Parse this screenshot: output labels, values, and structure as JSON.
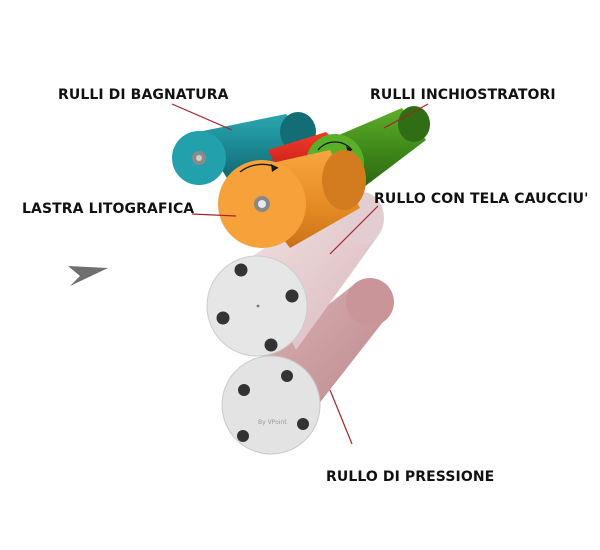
{
  "labels": {
    "wetting_rollers": "RULLI DI BAGNATURA",
    "ink_rollers": "RULLI INCHIOSTRATORI",
    "litho_plate": "LASTRA LITOGRAFICA",
    "blanket_roller": "RULLO CON TELA CAUCCIU'",
    "pressure_roller": "RULLO DI PRESSIONE"
  },
  "watermark": "By VPoint",
  "colors": {
    "wetting_roller": "#1f8a94",
    "ink_roller": "#4e9a1f",
    "ink_band": "#e0261b",
    "plate_roller": "#f39a2e",
    "blanket_roller": "#e7cfd3",
    "pressure_roller": "#cfa0a3",
    "roller_end": "#dcdcdc",
    "leader_line": "#a3262c",
    "bolt": "#333333"
  },
  "icons": [
    "feed-arrow-icon",
    "rotation-arrow-icon"
  ]
}
